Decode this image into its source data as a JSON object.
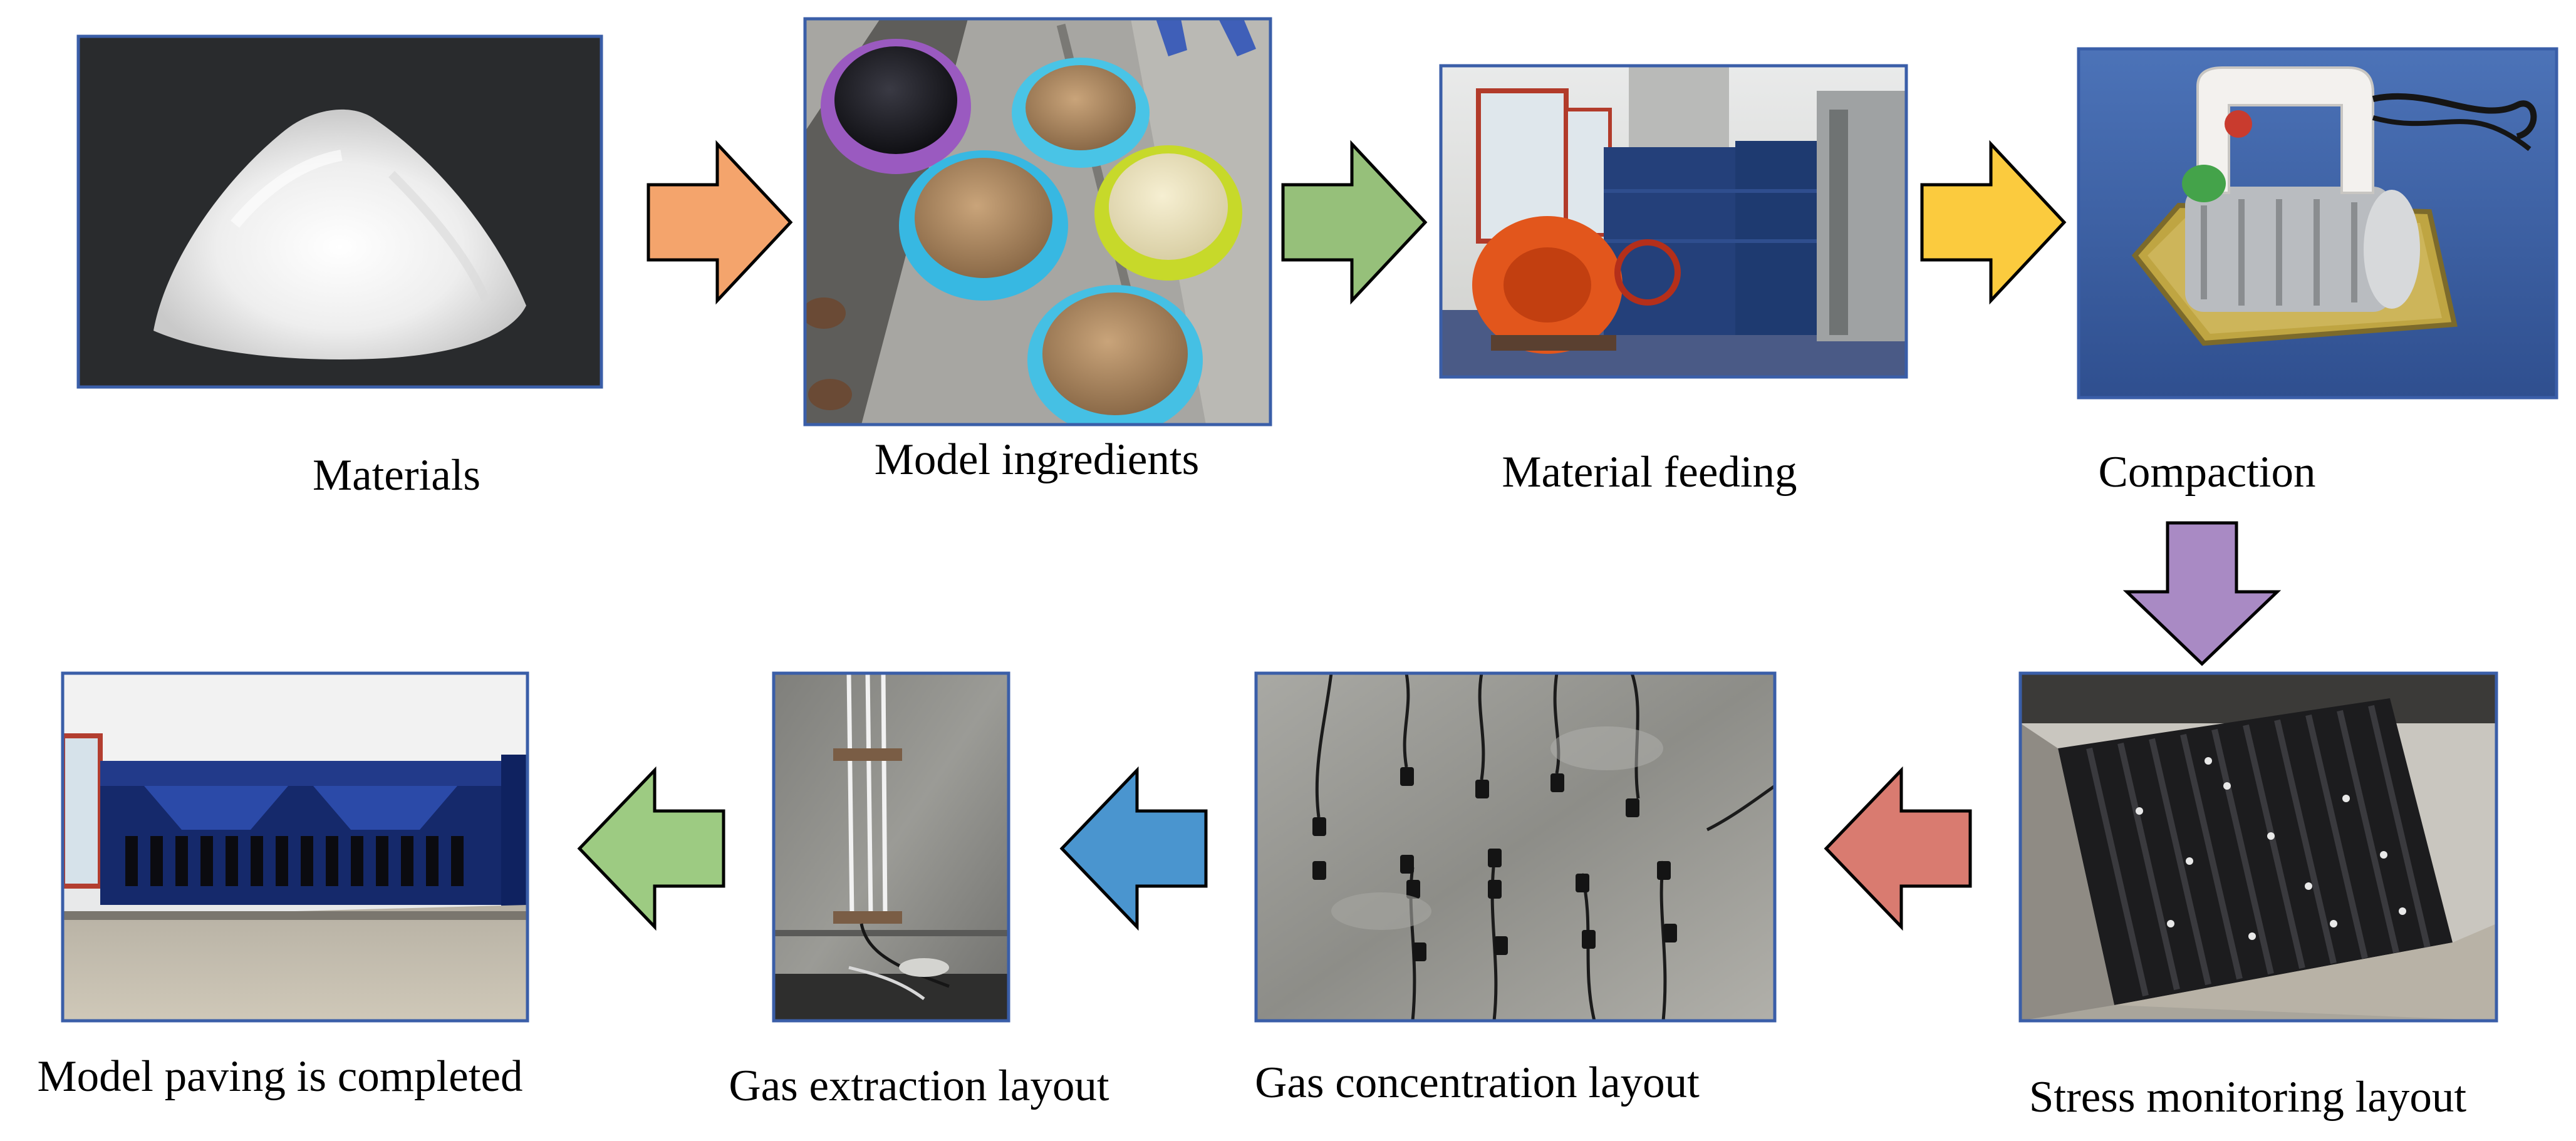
{
  "steps": [
    {
      "label": "Materials",
      "photo_icon": "white-powder-pile-photo"
    },
    {
      "label": "Model ingredients",
      "photo_icon": "ingredient-basins-photo"
    },
    {
      "label": "Material feeding",
      "photo_icon": "mixer-machine-photo"
    },
    {
      "label": "Compaction",
      "photo_icon": "vibrating-compactor-photo"
    },
    {
      "label": "Stress monitoring layout",
      "photo_icon": "stress-sensor-strips-photo"
    },
    {
      "label": "Gas concentration layout",
      "photo_icon": "gas-sensors-on-wall-photo"
    },
    {
      "label": "Gas extraction layout",
      "photo_icon": "extraction-pipes-photo"
    },
    {
      "label": "Model paving is completed",
      "photo_icon": "completed-model-rig-photo"
    }
  ],
  "arrows": [
    {
      "from": "Materials",
      "to": "Model ingredients",
      "direction": "right",
      "color": "#f4a46c"
    },
    {
      "from": "Model ingredients",
      "to": "Material feeding",
      "direction": "right",
      "color": "#96c07a"
    },
    {
      "from": "Material feeding",
      "to": "Compaction",
      "direction": "right",
      "color": "#fbcb3e"
    },
    {
      "from": "Compaction",
      "to": "Stress monitoring layout",
      "direction": "down",
      "color": "#a98ac4"
    },
    {
      "from": "Stress monitoring layout",
      "to": "Gas concentration layout",
      "direction": "left",
      "color": "#d97b70"
    },
    {
      "from": "Gas concentration layout",
      "to": "Gas extraction layout",
      "direction": "left",
      "color": "#4a95cf"
    },
    {
      "from": "Gas extraction layout",
      "to": "Model paving is completed",
      "direction": "left",
      "color": "#9dcb82"
    }
  ],
  "colors": {
    "frame": "#3a5ea8",
    "background": "#ffffff",
    "text": "#000000"
  }
}
